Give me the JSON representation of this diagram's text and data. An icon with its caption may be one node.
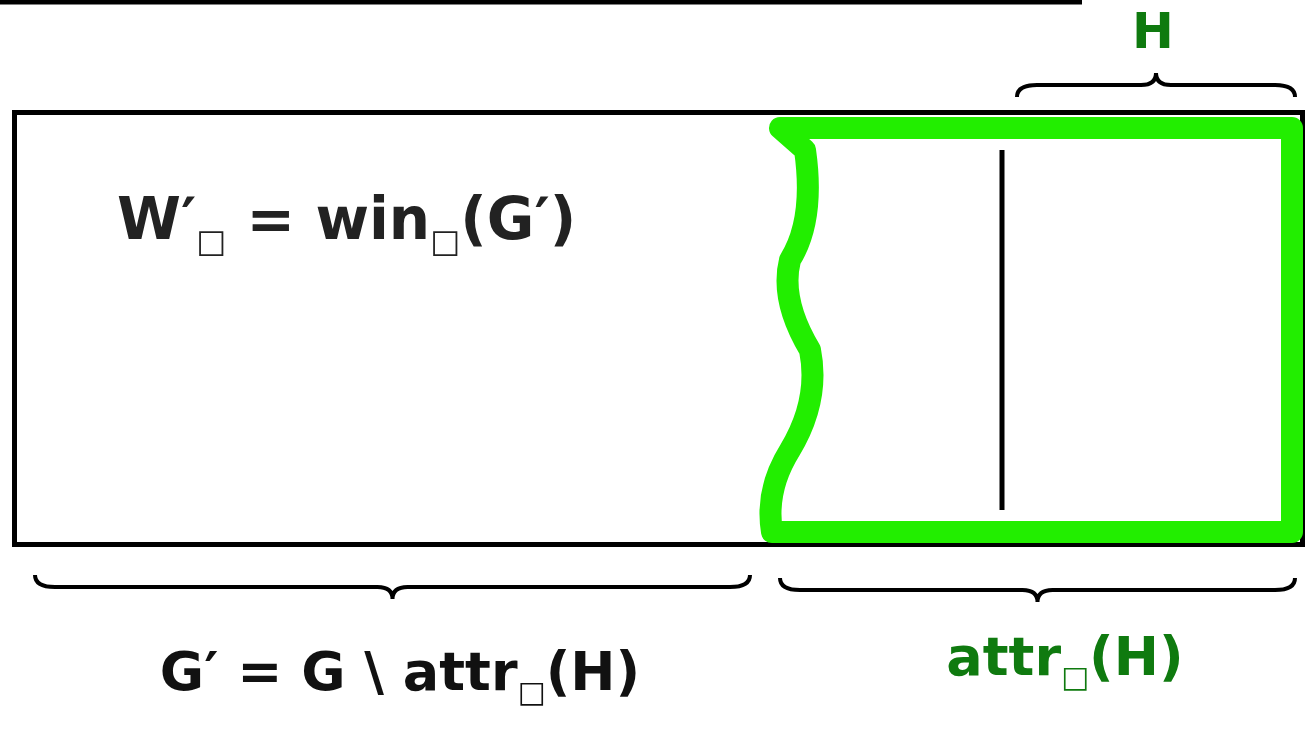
{
  "diagram": {
    "nodes": [
      {
        "text": [
          "W′$_{□}$ = win$_{□}$(G′)"
        ]
      }
    ],
    "labels": [
      "H",
      "G′ = G \\ attr$_{□}$(H)",
      "attr$_{□}$(H)"
    ]
  }
}
